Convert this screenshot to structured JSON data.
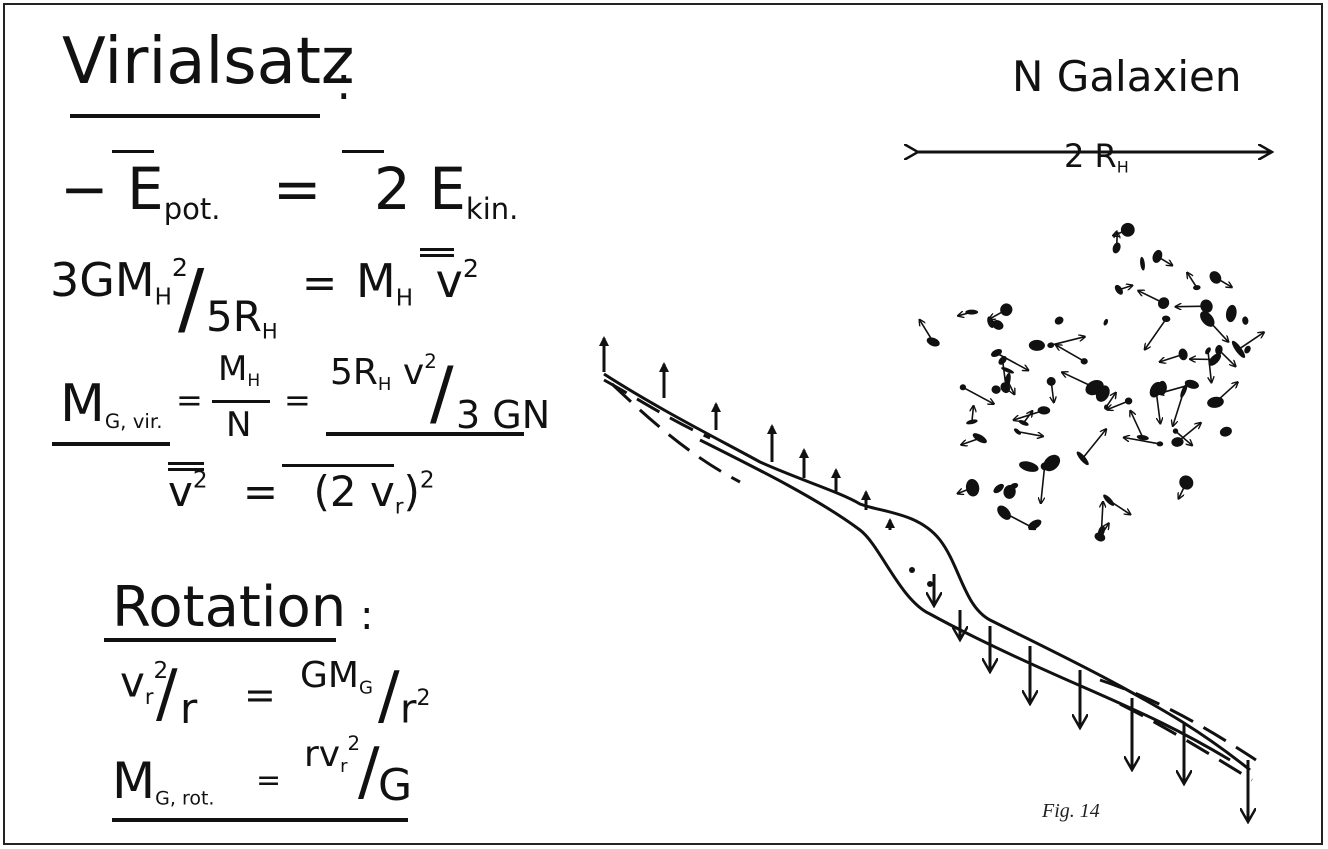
{
  "left": {
    "virial_heading": "Virialsatz",
    "colon": ":",
    "eq1": {
      "lhs": "− E",
      "lhs_sub": "pot.",
      "eq": "=",
      "rhs": "2 E",
      "rhs_sub": "kin."
    },
    "eq2": {
      "num": "3GM",
      "num_sub": "H",
      "num_sup": "2",
      "den": "5R",
      "den_sub": "H",
      "eq": "=",
      "rhs": "M",
      "rhs_sub": "H",
      "rhs_v": "v",
      "rhs_v_sup": "2"
    },
    "eq3": {
      "lhs": "M",
      "lhs_sub": "G, vir.",
      "eq1": "=",
      "mid_num": "M",
      "mid_num_sub": "H",
      "mid_den": "N",
      "eq2": "=",
      "rhs_num": "5R",
      "rhs_num_sub": "H",
      "rhs_v": "v",
      "rhs_v_sup": "2",
      "rhs_den": "3 GN"
    },
    "eq4": {
      "lhs": "v",
      "lhs_sup": "2",
      "eq": "=",
      "rhs": "(2 v",
      "rhs_sub": "r",
      "rhs_close": ")",
      "rhs_sup": "2"
    },
    "rotation_heading": "Rotation",
    "rotation_colon": ":",
    "eq5": {
      "lhs_num": "v",
      "lhs_num_sub": "r",
      "lhs_num_sup": "2",
      "lhs_den": "r",
      "eq": "=",
      "rhs_num": "GM",
      "rhs_num_sub": "G",
      "rhs_den": "r",
      "rhs_den_sup": "2"
    },
    "eq6": {
      "lhs": "M",
      "lhs_sub": "G, rot.",
      "eq": "=",
      "rhs_num": "rv",
      "rhs_num_sub": "r",
      "rhs_num_sup": "2",
      "rhs_den": "G"
    }
  },
  "right": {
    "cluster_title": "N Galaxien",
    "diameter_label": "2 R",
    "diameter_sub": "H"
  },
  "figure_label": "Fig. 14",
  "colors": {
    "ink": "#111111",
    "paper": "#ffffff",
    "frame": "#222222"
  }
}
